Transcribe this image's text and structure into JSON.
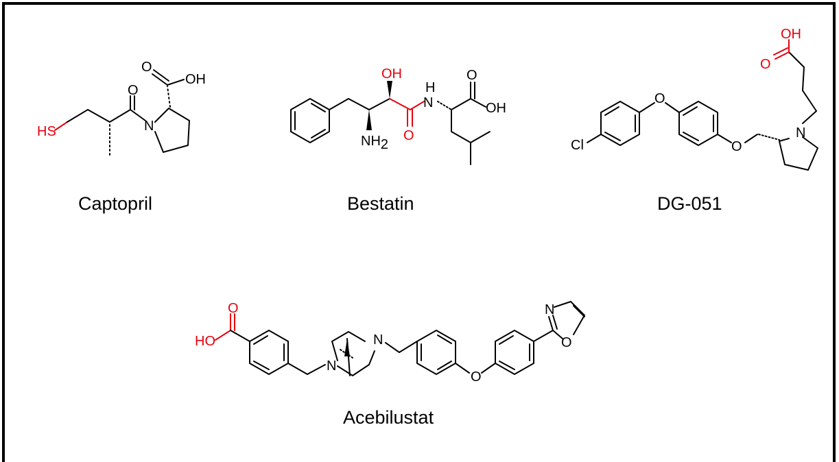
{
  "compounds": {
    "captopril": {
      "name": "Captopril",
      "atoms": {
        "sh": "HS",
        "n": "N",
        "o_keto": "O",
        "o_acid": "O",
        "oh": "OH"
      }
    },
    "bestatin": {
      "name": "Bestatin",
      "atoms": {
        "oh": "OH",
        "nh2": "NH",
        "nh2_sub": "2",
        "n": "N",
        "h": "H",
        "o_amide": "O",
        "o_acid": "O",
        "oh_acid": "OH"
      }
    },
    "dg051": {
      "name": "DG-051",
      "atoms": {
        "cl": "Cl",
        "o_bridge": "O",
        "o_ether": "O",
        "n": "N",
        "oh": "OH",
        "o_carbonyl": "O"
      }
    },
    "acebilustat": {
      "name": "Acebilustat",
      "atoms": {
        "ho": "HO",
        "o_carbonyl": "O",
        "n_left": "N",
        "n_right": "N",
        "o_bridge": "O",
        "n_ox": "N",
        "o_ox": "O"
      }
    }
  },
  "colors": {
    "highlight": "#e8000b",
    "bond": "#000000"
  }
}
